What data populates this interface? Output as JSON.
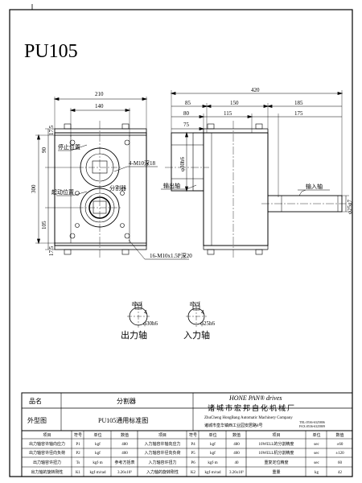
{
  "drawing": {
    "model": "PU105",
    "front_view": {
      "dim_total_width": "210",
      "dim_bolt_width": "140",
      "dim_total_height": "300",
      "dim_upper_90": "90",
      "dim_lower_105": "105",
      "dim_top_edge": "17.5",
      "dim_bottom_edge": "17.5",
      "label_stop_position": "停止位置",
      "label_start_position": "起动位置",
      "label_index_plate": "分割器",
      "callout_top_holes": "4-M10深18",
      "callout_bottom_holes": "16-M10x1.5P深20"
    },
    "side_view": {
      "dim_overall": "420",
      "dim_85": "85",
      "dim_150": "150",
      "dim_185": "185",
      "dim_80": "80",
      "dim_115": "115",
      "dim_175": "175",
      "dim_75": "75",
      "dim_output_dia": "φ30h6",
      "dim_input_dia": "φ25g7",
      "label_output_shaft": "输出轴",
      "label_input_shaft": "输入轴"
    },
    "sections": {
      "output_key": "8N9",
      "output_depth": "4",
      "output_dia": "φ30h6",
      "output_label": "出力轴",
      "input_key": "8N9",
      "input_depth": "4",
      "input_dia": "φ25h6",
      "input_label": "入力轴"
    }
  },
  "title_block": {
    "row1_label": "品名",
    "row1_value": "分割器",
    "row2_label": "外型图",
    "row2_value": "PU105通用标准图",
    "brand": "HONE PAN® drives",
    "company_cn": "诸城市宏邦自化机械厂",
    "company_en": "ZhuCheng HongBang Automatic Machinery Company",
    "address": "诸城市皇华镇西工业园安居路8号",
    "phone": "TEL:0536-6325806",
    "fax": "FAX:0536-6325809",
    "headers": [
      "项目",
      "符号",
      "单位",
      "数值",
      "项目",
      "符号",
      "单位",
      "数值",
      "项目",
      "单位",
      "数值"
    ],
    "rows": [
      [
        "出力轴容许轴向应力",
        "P1",
        "kgf",
        "480",
        "入力轴容许轴向应力",
        "P4",
        "kgf",
        "480",
        "10WELL的分割精度",
        "sec",
        "±60"
      ],
      [
        "出力轴容许径向负荷",
        "P2",
        "kgf",
        "400",
        "入力轴容许径向负荷",
        "P5",
        "kgf",
        "400",
        "10WELL机分割精度",
        "sec",
        "±120"
      ],
      [
        "出力轴容许扭力",
        "Ts",
        "kgf·m",
        "参考方括表",
        "入力轴容许扭力",
        "P6",
        "kgf·m",
        "40",
        "重复定位精度",
        "sec",
        "60"
      ],
      [
        "出力轴的旋转刚性",
        "K1",
        "kgf·m/rad",
        "3.26x10⁵",
        "入力轴的旋转刚性",
        "K2",
        "kgf·m/rad",
        "3.26x10⁵",
        "重量",
        "kg",
        "42"
      ]
    ]
  }
}
